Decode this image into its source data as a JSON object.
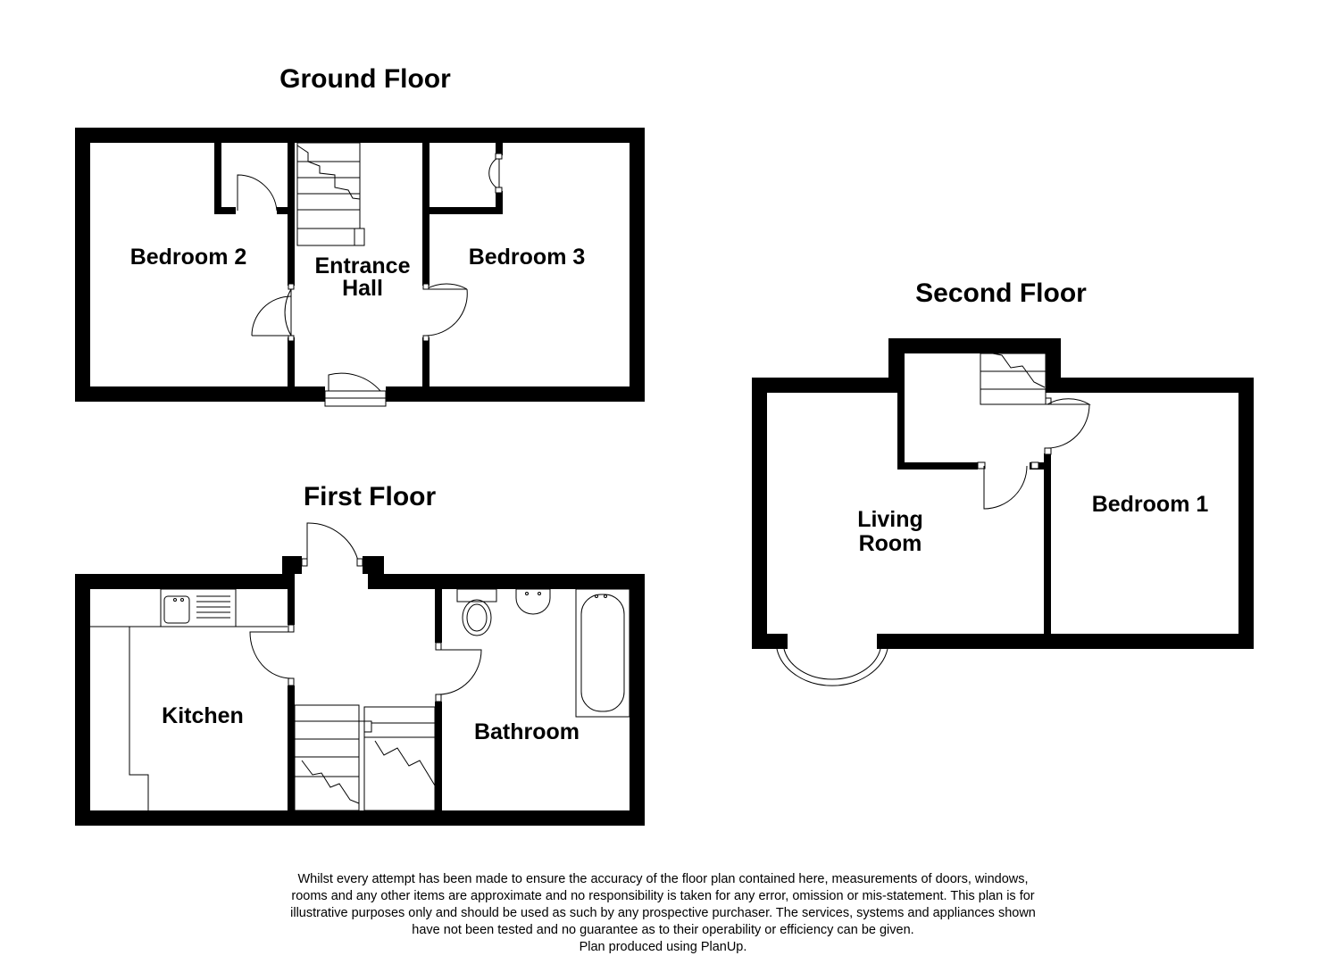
{
  "floors": {
    "ground": {
      "title": "Ground Floor",
      "rooms": {
        "bedroom2": "Bedroom 2",
        "entrance_hall_1": "Entrance",
        "entrance_hall_2": "Hall",
        "bedroom3": "Bedroom 3"
      }
    },
    "first": {
      "title": "First Floor",
      "rooms": {
        "kitchen": "Kitchen",
        "bathroom": "Bathroom"
      }
    },
    "second": {
      "title": "Second Floor",
      "rooms": {
        "living_1": "Living",
        "living_2": "Room",
        "bedroom1": "Bedroom 1"
      }
    }
  },
  "disclaimer": {
    "lines": [
      "Whilst every attempt has been made to ensure the accuracy of the floor plan contained here, measurements of doors, windows,",
      "rooms and any other items are approximate and no responsibility is taken for any error, omission or mis-statement. This plan is for",
      "illustrative purposes only and should be used as such by any prospective purchaser. The services, systems and appliances shown",
      "have not been tested and no guarantee as to their operability or efficiency can be given.",
      "Plan produced using PlanUp."
    ]
  },
  "colors": {
    "wall": "#000000",
    "background": "#ffffff"
  }
}
